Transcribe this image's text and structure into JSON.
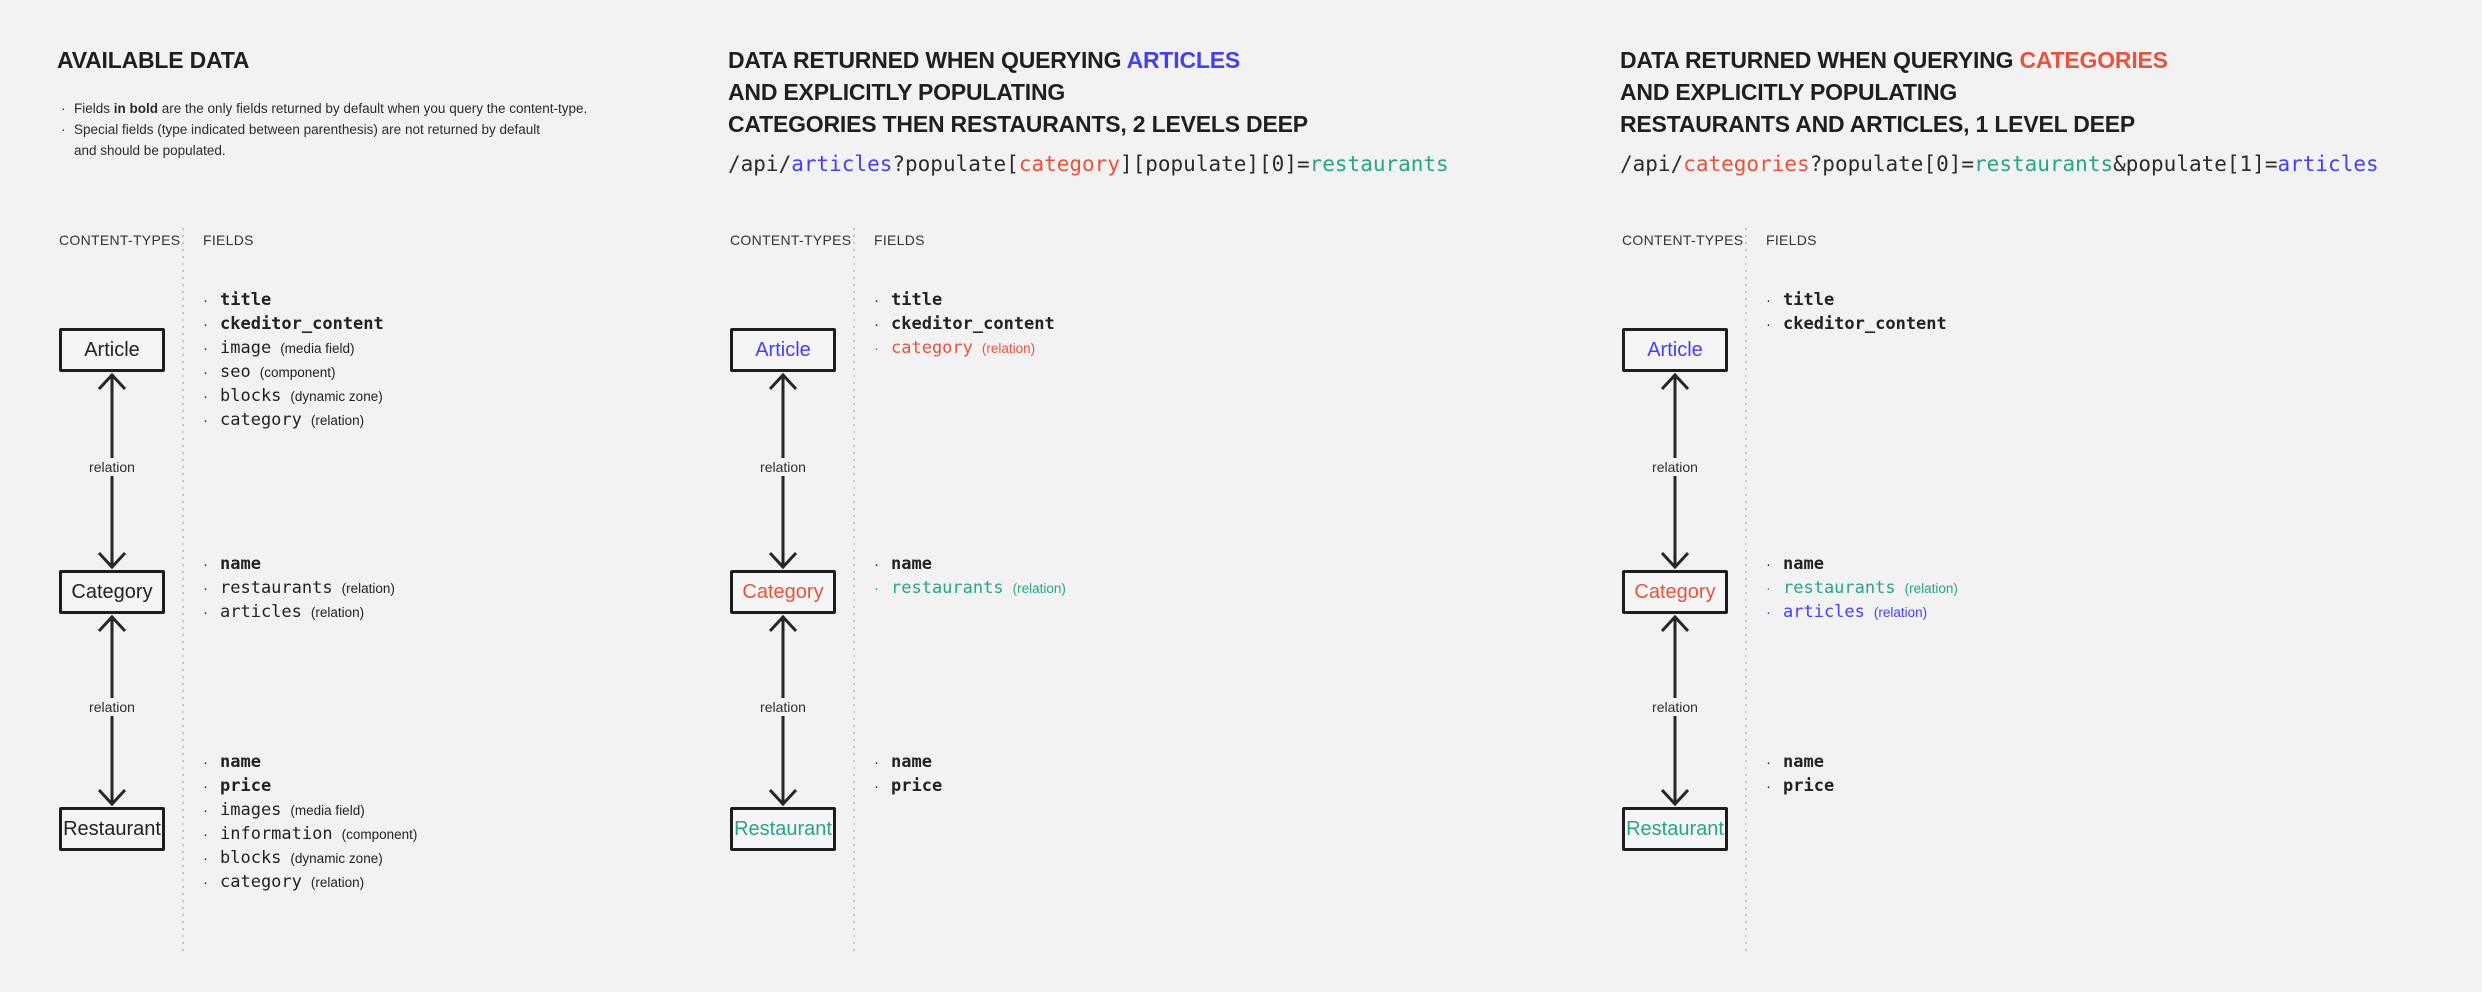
{
  "colors": {
    "dark": "#222222",
    "blue": "#4540f2",
    "red": "#e9533e",
    "teal": "#28a489"
  },
  "panels": [
    {
      "name": "available-data",
      "title": {
        "lines": [
          [
            {
              "text": "AVAILABLE DATA"
            }
          ]
        ]
      },
      "notes": [
        {
          "bullet": true,
          "parts": [
            {
              "text": "Fields "
            },
            {
              "text": "in bold",
              "bold": true
            },
            {
              "text": " are the only fields returned by default when you query the content-type."
            }
          ]
        },
        {
          "bullet": true,
          "parts": [
            {
              "text": "Special fields (type indicated between parenthesis) are not returned by default"
            }
          ]
        },
        {
          "bullet": false,
          "parts": [
            {
              "text": "and should be populated."
            }
          ]
        }
      ],
      "api": null,
      "diagram": {
        "content_types_label": "CONTENT-TYPES",
        "fields_label": "FIELDS",
        "nodes": [
          {
            "label": "Article",
            "color": "dark",
            "fields": [
              {
                "name": "title",
                "bold": true,
                "color": "dark"
              },
              {
                "name": "ckeditor_content",
                "bold": true,
                "color": "dark"
              },
              {
                "name": "image",
                "type": "(media field)",
                "color": "dark"
              },
              {
                "name": "seo",
                "type": "(component)",
                "color": "dark"
              },
              {
                "name": "blocks",
                "type": "(dynamic zone)",
                "color": "dark"
              },
              {
                "name": "category",
                "type": "(relation)",
                "color": "dark"
              }
            ]
          },
          {
            "label": "Category",
            "color": "dark",
            "fields": [
              {
                "name": "name",
                "bold": true,
                "color": "dark"
              },
              {
                "name": "restaurants",
                "type": "(relation)",
                "color": "dark"
              },
              {
                "name": "articles",
                "type": "(relation)",
                "color": "dark"
              }
            ]
          },
          {
            "label": "Restaurant",
            "color": "dark",
            "fields": [
              {
                "name": "name",
                "bold": true,
                "color": "dark"
              },
              {
                "name": "price",
                "bold": true,
                "color": "dark"
              },
              {
                "name": "images",
                "type": "(media field)",
                "color": "dark"
              },
              {
                "name": "information",
                "type": "(component)",
                "color": "dark"
              },
              {
                "name": "blocks",
                "type": "(dynamic zone)",
                "color": "dark"
              },
              {
                "name": "category",
                "type": "(relation)",
                "color": "dark"
              }
            ]
          }
        ],
        "edges": [
          {
            "label": "relation"
          },
          {
            "label": "relation"
          }
        ]
      }
    },
    {
      "name": "query-articles",
      "title": {
        "lines": [
          [
            {
              "text": "DATA RETURNED WHEN QUERYING "
            },
            {
              "text": "ARTICLES",
              "color": "blue"
            }
          ],
          [
            {
              "text": "AND EXPLICITLY POPULATING"
            }
          ],
          [
            {
              "text": "CATEGORIES THEN RESTAURANTS, 2 LEVELS DEEP"
            }
          ]
        ]
      },
      "notes": null,
      "api": [
        {
          "text": "/api/"
        },
        {
          "text": "articles",
          "color": "blue"
        },
        {
          "text": "?populate["
        },
        {
          "text": "category",
          "color": "red"
        },
        {
          "text": "][populate][0]="
        },
        {
          "text": "restaurants",
          "color": "teal"
        }
      ],
      "diagram": {
        "content_types_label": "CONTENT-TYPES",
        "fields_label": "FIELDS",
        "nodes": [
          {
            "label": "Article",
            "color": "blue",
            "fields": [
              {
                "name": "title",
                "bold": true,
                "color": "dark"
              },
              {
                "name": "ckeditor_content",
                "bold": true,
                "color": "dark"
              },
              {
                "name": "category",
                "type": "(relation)",
                "color": "red"
              }
            ]
          },
          {
            "label": "Category",
            "color": "red",
            "fields": [
              {
                "name": "name",
                "bold": true,
                "color": "dark"
              },
              {
                "name": "restaurants",
                "type": "(relation)",
                "color": "teal"
              }
            ]
          },
          {
            "label": "Restaurant",
            "color": "teal",
            "fields": [
              {
                "name": "name",
                "bold": true,
                "color": "dark"
              },
              {
                "name": "price",
                "bold": true,
                "color": "dark"
              }
            ]
          }
        ],
        "edges": [
          {
            "label": "relation"
          },
          {
            "label": "relation"
          }
        ]
      }
    },
    {
      "name": "query-categories",
      "title": {
        "lines": [
          [
            {
              "text": "DATA RETURNED WHEN QUERYING "
            },
            {
              "text": "CATEGORIES",
              "color": "red"
            }
          ],
          [
            {
              "text": "AND EXPLICITLY POPULATING"
            }
          ],
          [
            {
              "text": "RESTAURANTS AND ARTICLES, 1 LEVEL DEEP"
            }
          ]
        ]
      },
      "notes": null,
      "api": [
        {
          "text": "/api/"
        },
        {
          "text": "categories",
          "color": "red"
        },
        {
          "text": "?populate[0]="
        },
        {
          "text": "restaurants",
          "color": "teal"
        },
        {
          "text": "&populate[1]="
        },
        {
          "text": "articles",
          "color": "blue"
        }
      ],
      "diagram": {
        "content_types_label": "CONTENT-TYPES",
        "fields_label": "FIELDS",
        "nodes": [
          {
            "label": "Article",
            "color": "blue",
            "fields": [
              {
                "name": "title",
                "bold": true,
                "color": "dark"
              },
              {
                "name": "ckeditor_content",
                "bold": true,
                "color": "dark"
              }
            ]
          },
          {
            "label": "Category",
            "color": "red",
            "fields": [
              {
                "name": "name",
                "bold": true,
                "color": "dark"
              },
              {
                "name": "restaurants",
                "type": "(relation)",
                "color": "teal"
              },
              {
                "name": "articles",
                "type": "(relation)",
                "color": "blue"
              }
            ]
          },
          {
            "label": "Restaurant",
            "color": "teal",
            "fields": [
              {
                "name": "name",
                "bold": true,
                "color": "dark"
              },
              {
                "name": "price",
                "bold": true,
                "color": "dark"
              }
            ]
          }
        ],
        "edges": [
          {
            "label": "relation"
          },
          {
            "label": "relation"
          }
        ]
      }
    }
  ]
}
